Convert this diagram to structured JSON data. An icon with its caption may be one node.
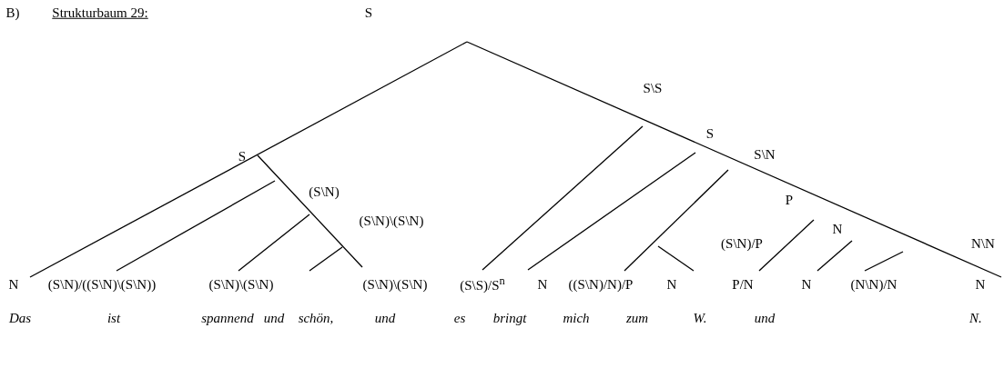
{
  "diagram": {
    "labels": [
      "B)",
      "Strukturbaum 29:",
      "S",
      "S\\S",
      "S",
      "S",
      "S\\N",
      "(S\\N)",
      "P",
      "(S\\N)\\(S\\N)",
      "N",
      "N\\N",
      "(S\\N)/P",
      "N",
      "(S\\N)/((S\\N)\\(S\\N))",
      "(S\\N)\\(S\\N)",
      "(S\\N)\\(S\\N)",
      "(S\\S)/S$^{n}$",
      "N",
      "((S\\N)/N)/P",
      "N",
      "P/N",
      "N",
      "(N\\N)/N",
      "N",
      "Das",
      "ist",
      "spannend",
      "und",
      "schön,",
      "und",
      "es",
      "bringt",
      "mich",
      "zum",
      "W.",
      "und",
      "N."
    ]
  }
}
